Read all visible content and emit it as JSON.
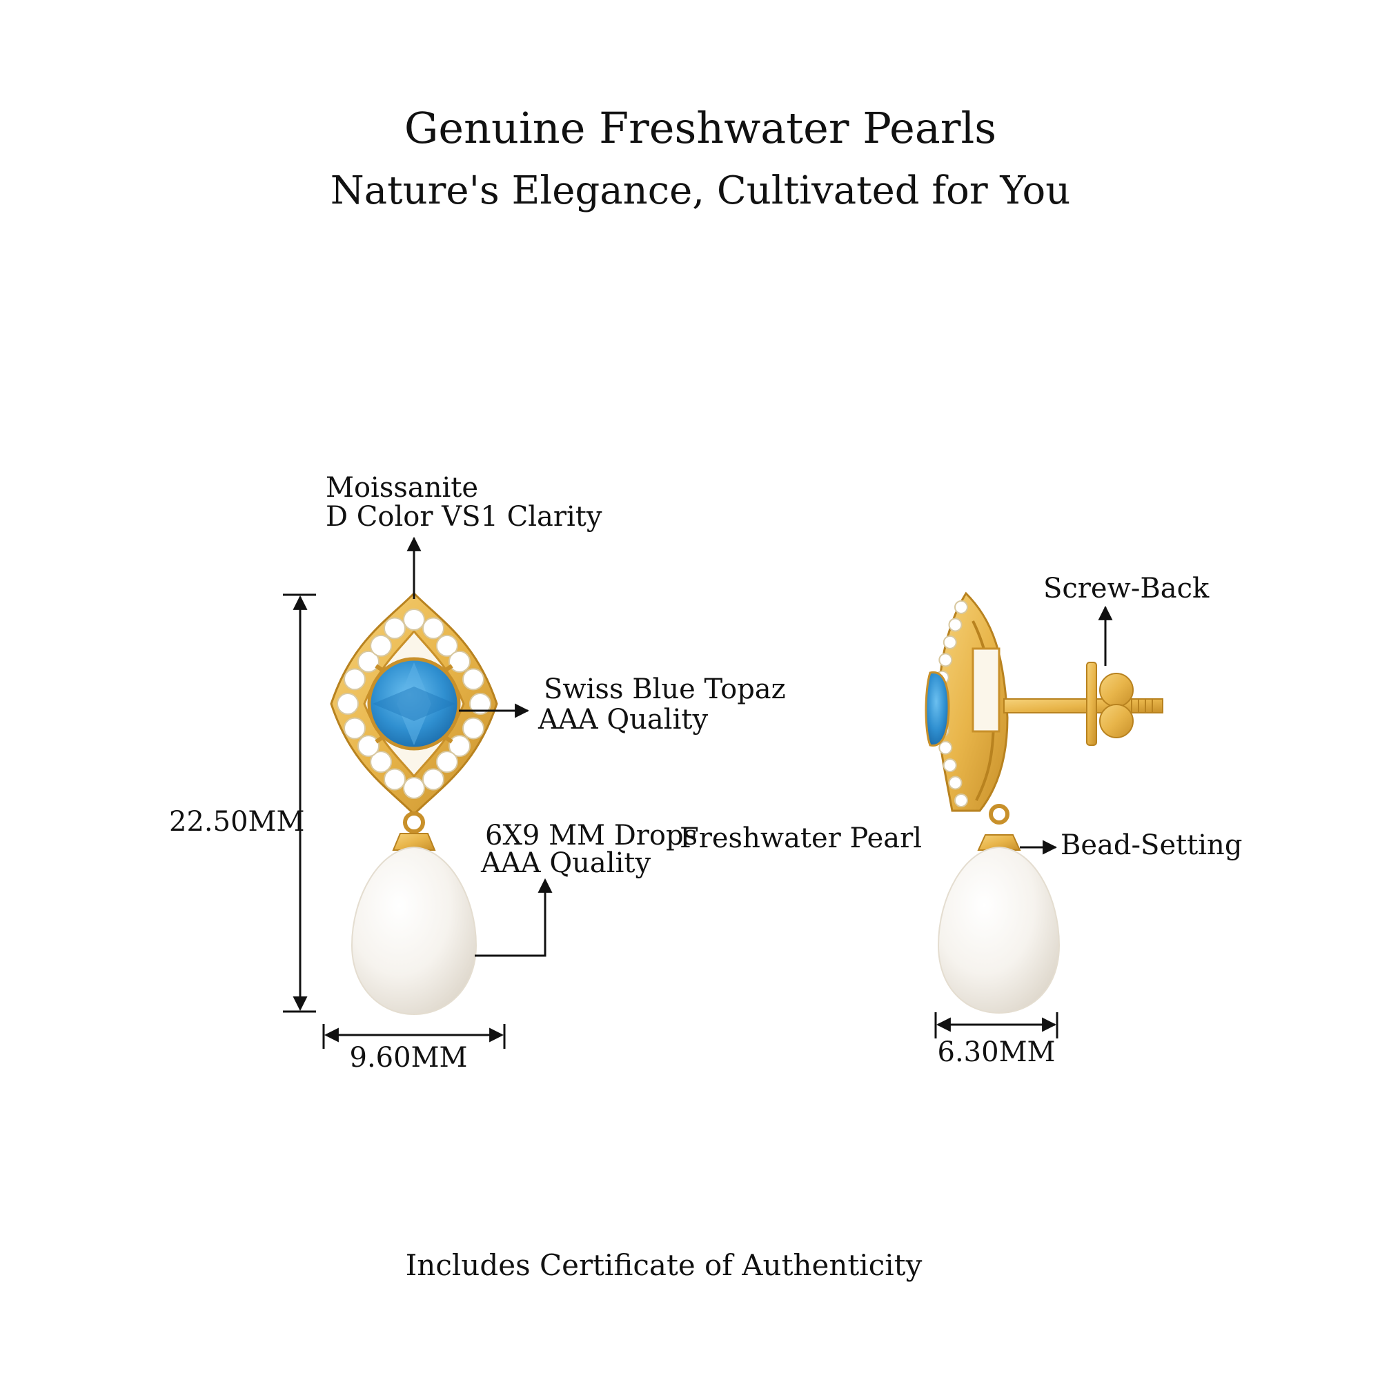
{
  "header": {
    "title": "Genuine Freshwater Pearls",
    "subtitle": "Nature's Elegance, Cultivated for You"
  },
  "front_view": {
    "moissanite": {
      "line1": "Moissanite",
      "line2": "D Color VS1 Clarity"
    },
    "topaz": {
      "line1": "Swiss Blue Topaz",
      "line2": "AAA Quality"
    },
    "pearl": {
      "line1a": "6X9 MM Drops",
      "line1b": "Freshwater Pearl",
      "line2": "AAA Quality"
    },
    "height_label": "22.50MM",
    "width_label": "9.60MM"
  },
  "side_view": {
    "screw_back_label": "Screw-Back",
    "bead_setting_label": "Bead-Setting",
    "width_label": "6.30MM"
  },
  "footer": {
    "certificate_note": "Includes Certificate of Authenticity"
  },
  "colors": {
    "gold": "#e8b54a",
    "gold_dark": "#c8902a",
    "topaz": "#2f8fd0",
    "pearl": "#f6f3ee",
    "ink": "#111111"
  }
}
